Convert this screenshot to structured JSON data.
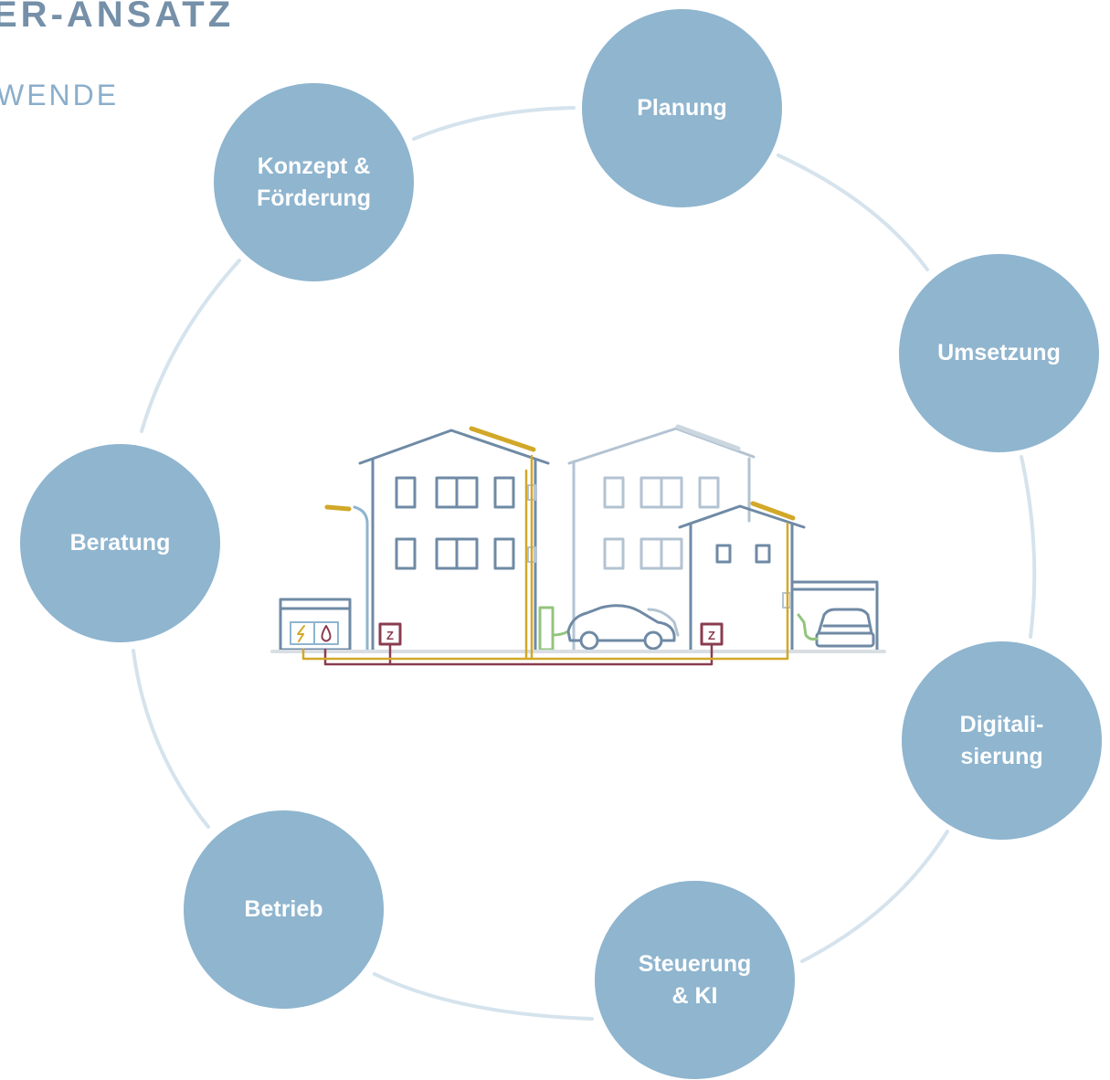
{
  "header": {
    "title": "ER-ANSATZ",
    "subtitle": "WENDE"
  },
  "cycle": {
    "nodes": [
      {
        "id": "planung",
        "label": "Planung"
      },
      {
        "id": "umsetzung",
        "label": "Umsetzung"
      },
      {
        "id": "digitalisierung",
        "label": "Digitali-\nsierung"
      },
      {
        "id": "steuerung",
        "label": "Steuerung\n& KI"
      },
      {
        "id": "betrieb",
        "label": "Betrieb"
      },
      {
        "id": "beratung",
        "label": "Beratung"
      },
      {
        "id": "konzept",
        "label": "Konzept &\nFörderung"
      }
    ]
  },
  "illustration": {
    "meter_label": "Z",
    "colors": {
      "building": "#6f8aa5",
      "building_faded": "#b3c3d2",
      "solar": "#d2a829",
      "heat_line": "#8a3c50",
      "ev_charger": "#93c47d",
      "ground": "#d9dee3",
      "ring": "#d5e3ed",
      "node": "#8fb5cf"
    }
  }
}
